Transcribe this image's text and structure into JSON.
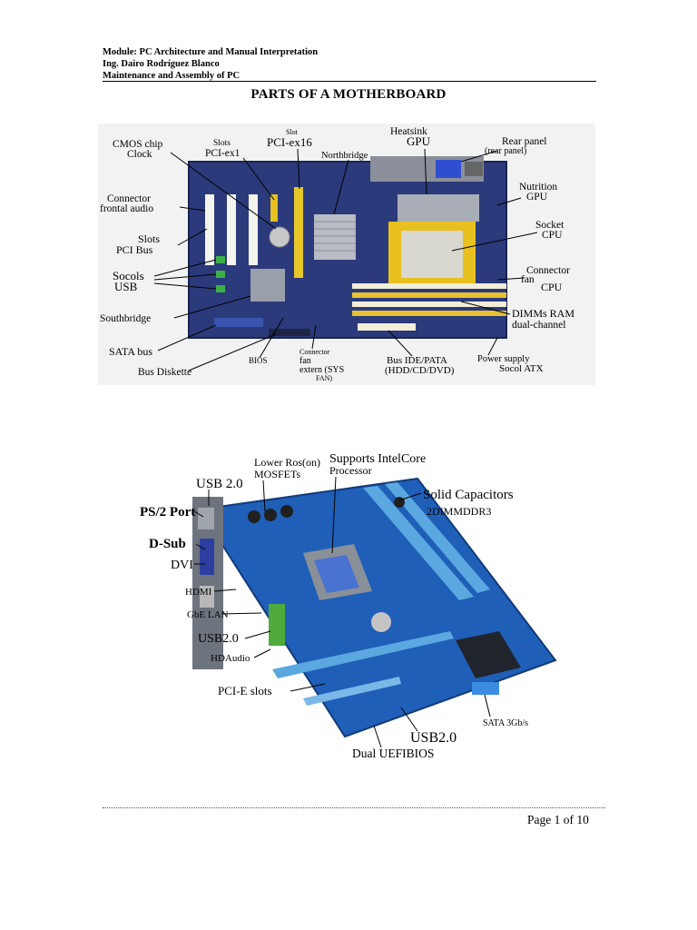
{
  "header": {
    "line1": "Module: PC Architecture and Manual Interpretation",
    "line2": "Ing. Dairo Rodríguez Blanco",
    "line3": "Maintenance and Assembly of PC"
  },
  "title": "PARTS OF A MOTHERBOARD",
  "figure1": {
    "labels": {
      "cmos1": "CMOS chip",
      "cmos2": "Clock",
      "slots_pci_ex1_a": "Slots",
      "slots_pci_ex1_b": "PCI-ex1",
      "slot_pci_ex16_a": "Slot",
      "slot_pci_ex16_b": "PCI-ex16",
      "northbridge": "Northbridge",
      "heatsink_a": "Heatsink",
      "heatsink_b": "GPU",
      "rear_a": "Rear panel",
      "rear_b": "(rear panel)",
      "conn_audio_a": "Connector",
      "conn_audio_b": "frontal audio",
      "nutrition_a": "Nutrition",
      "nutrition_b": "GPU",
      "slots_pci_a": "Slots",
      "slots_pci_b": "PCI Bus",
      "socket_a": "Socket",
      "socket_b": "CPU",
      "usb_a": "Socols",
      "usb_b": "USB",
      "conn_fan_a": "Connector",
      "conn_fan_b": "fan",
      "conn_fan_c": "CPU",
      "southbridge": "Southbridge",
      "dimm_a": "DIMMs RAM",
      "dimm_b": "dual-channel",
      "sata": "SATA bus",
      "bios": "BIOS",
      "conn_sys_a": "Connector",
      "conn_sys_b": "fan",
      "conn_sys_c": "extern (SYS",
      "conn_sys_d": "FAN)",
      "ide_a": "Bus IDE/PATA",
      "ide_b": "(HDD/CD/DVD)",
      "power_a": "Power supply",
      "power_b": "Socol ATX",
      "diskette": "Bus Diskette"
    }
  },
  "figure2": {
    "labels": {
      "mosfet_a": "Lower Ros(on)",
      "mosfet_b": "MOSFETs",
      "intel_a": "Supports IntelCore",
      "intel_b": "Processor",
      "usb20_top": "USB 2.0",
      "ps2": "PS/2 Port",
      "dsub": "D-Sub",
      "dvi": "DVI",
      "solid": "Solid Capacitors",
      "ddr3": "2DIMMDDR3",
      "hdmi": "HDMI",
      "gbe": "GbE LAN",
      "usb20_mid": "USB2.0",
      "hdaudio": "HDAudio",
      "pcie": "PCI-E slots",
      "sata3": "SATA 3Gb/s",
      "usb20_bot": "USB2.0",
      "uefi": "Dual UEFIBIOS"
    }
  },
  "footer": {
    "page": "Page 1 of 10"
  }
}
